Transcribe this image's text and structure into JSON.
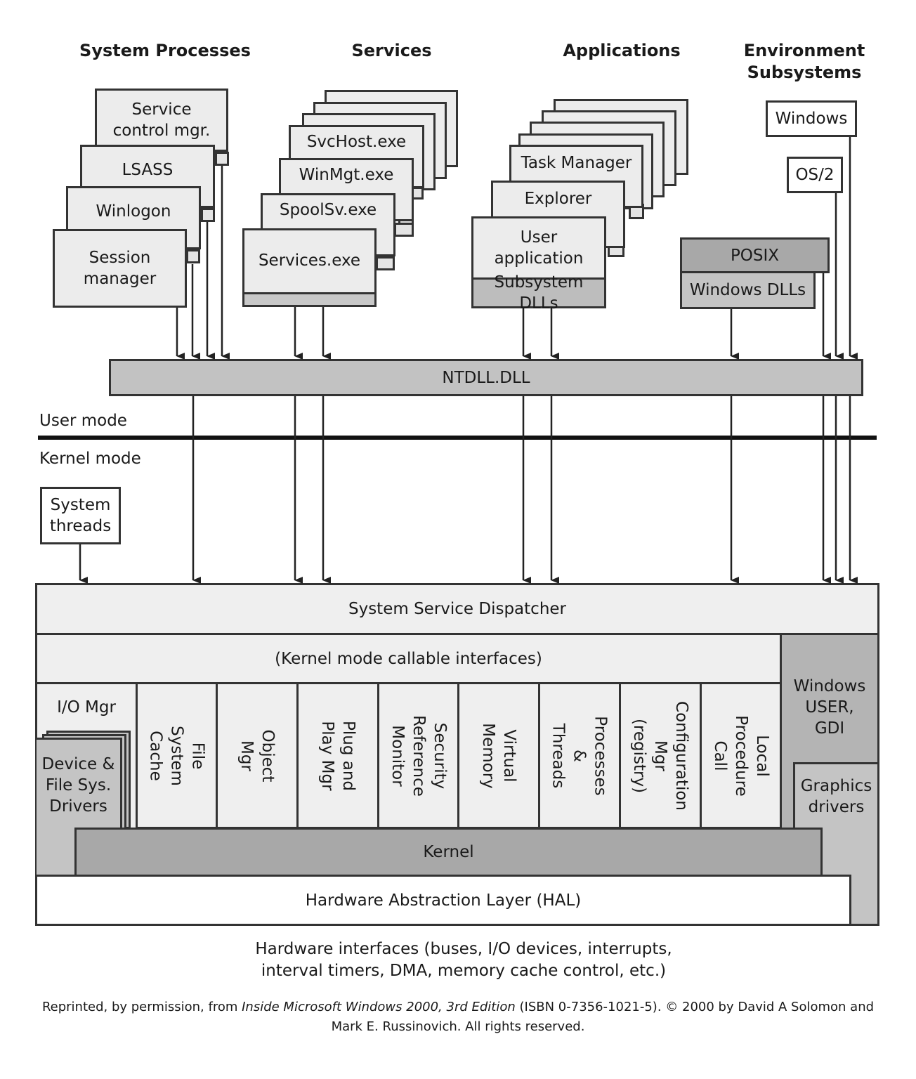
{
  "headers": {
    "system_processes": "System Processes",
    "services": "Services",
    "applications": "Applications",
    "environment_subsystems": "Environment\nSubsystems"
  },
  "system_processes": {
    "service_control": "Service\ncontrol mgr.",
    "lsass": "LSASS",
    "winlogon": "Winlogon",
    "session_manager": "Session\nmanager"
  },
  "services": {
    "svchost": "SvcHost.exe",
    "winmgt": "WinMgt.exe",
    "spoolsv": "SpoolSv.exe",
    "services_exe": "Services.exe"
  },
  "applications": {
    "task_manager": "Task Manager",
    "explorer": "Explorer",
    "user_application": "User\napplication",
    "subsystem_dlls": "Subsystem DLLs"
  },
  "environment": {
    "windows": "Windows",
    "os2": "OS/2",
    "posix": "POSIX",
    "windows_dlls": "Windows DLLs"
  },
  "ntdll": "NTDLL.DLL",
  "user_mode": "User mode",
  "kernel_mode": "Kernel mode",
  "system_threads": "System\nthreads",
  "kernel": {
    "dispatcher": "System Service Dispatcher",
    "callable": "(Kernel mode callable interfaces)",
    "io_mgr": "I/O Mgr",
    "device_drivers": "Device &\nFile Sys.\nDrivers",
    "components": [
      "File\nSystem\nCache",
      "Object\nMgr",
      "Plug and\nPlay Mgr",
      "Security\nReference\nMonitor",
      "Virtual\nMemory",
      "Processes\n&\nThreads",
      "Configuration\nMgr (registry)",
      "Local\nProcedure\nCall"
    ],
    "windows_user_gdi": "Windows\nUSER,\nGDI",
    "graphics_drivers": "Graphics\ndrivers",
    "kernel": "Kernel",
    "hal": "Hardware Abstraction Layer (HAL)"
  },
  "hardware_interfaces": "Hardware interfaces (buses, I/O devices, interrupts,\ninterval timers, DMA, memory cache control, etc.)",
  "credit": {
    "prefix": "Reprinted, by permission, from ",
    "book": "Inside Microsoft Windows 2000, 3rd Edition",
    "suffix": " (ISBN 0-7356-1021-5). © 2000 by David A Solomon and",
    "line2": "Mark E. Russinovich. All rights reserved."
  }
}
